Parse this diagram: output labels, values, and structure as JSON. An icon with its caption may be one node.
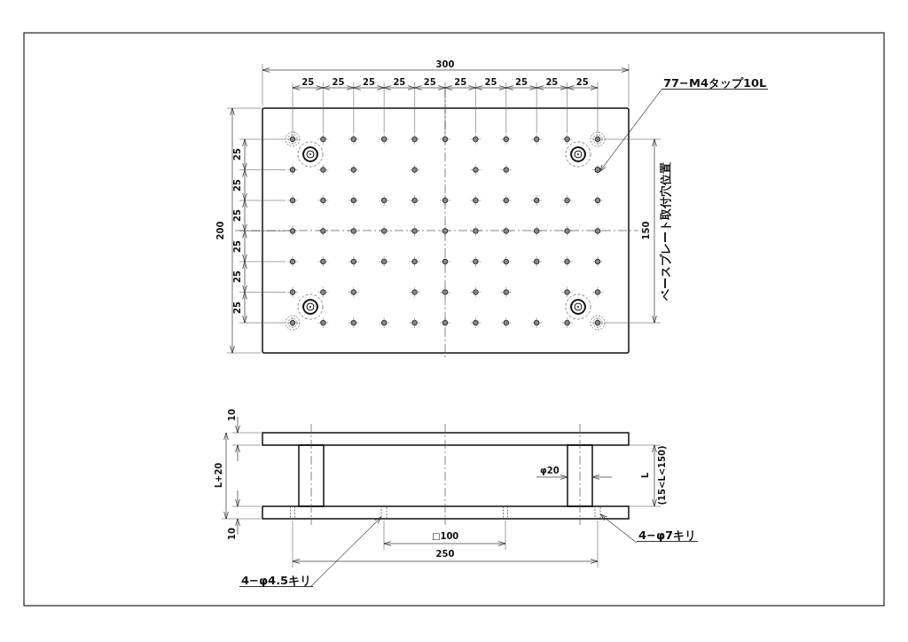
{
  "diagram": {
    "nodes": [
      {
        "text": [
          "77−M4タップ10L"
        ]
      },
      {
        "text": [
          "4−φ4.5キリ"
        ]
      },
      {
        "text": [
          "4−φ7キリ"
        ]
      },
      {
        "text": [],
        "shape": "circle"
      },
      {
        "text": [],
        "shape": "box"
      },
      {
        "text": [],
        "shape": "box"
      }
    ],
    "edges": [
      {
        "from": 0,
        "to": 3,
        "arrow": "to"
      },
      {
        "from": 1,
        "to": 4,
        "arrow": "to"
      },
      {
        "from": 2,
        "to": 5,
        "arrow": "to"
      }
    ],
    "labels": [
      "300",
      "25",
      "25",
      "25",
      "25",
      "25",
      "25",
      "25",
      "25",
      "25",
      "25",
      "200",
      "25",
      "25",
      "25",
      "25",
      "25",
      "25",
      "150",
      "ベースプレート取付穴位置",
      "10",
      "L+20",
      "10",
      "φ20",
      "L",
      "(15<L<150)",
      "□100",
      "250"
    ]
  }
}
